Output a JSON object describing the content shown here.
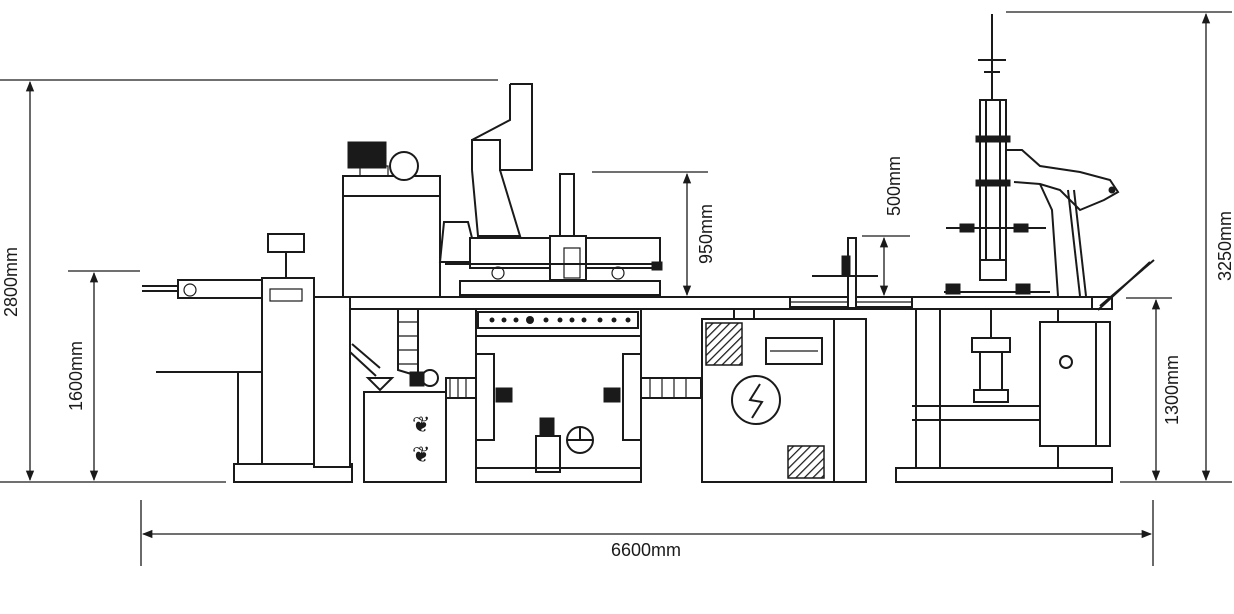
{
  "dimensions": {
    "total_height": "3250mm",
    "left_height": "2800mm",
    "feeder_height": "1600mm",
    "stack_height": "950mm",
    "guide_height": "500mm",
    "delivery_height": "1300mm",
    "total_length": "6600mm"
  }
}
